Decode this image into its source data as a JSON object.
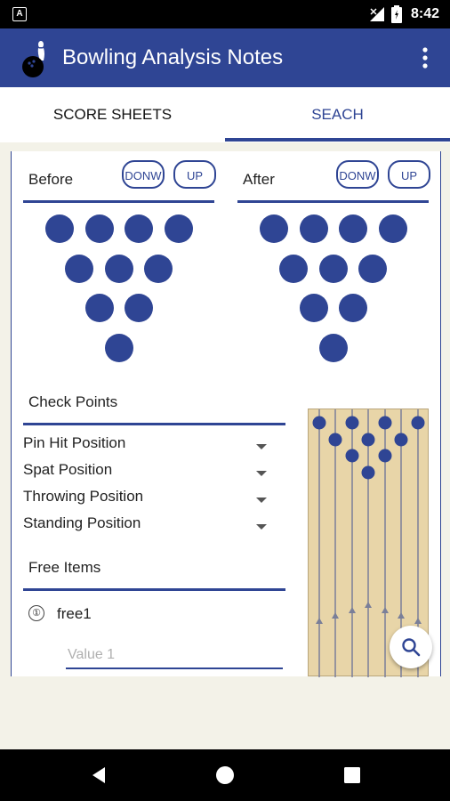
{
  "status_bar": {
    "time": "8:42",
    "icons": [
      "a-icon",
      "signal-icon",
      "battery-icon"
    ]
  },
  "app_bar": {
    "title": "Bowling Analysis Notes",
    "logo": "bowling-logo-icon",
    "menu": "more-vert-icon"
  },
  "tabs": [
    {
      "label": "SCORE SHEETS",
      "active": false
    },
    {
      "label": "SEACH",
      "active": true
    }
  ],
  "before": {
    "label": "Before",
    "down_label": "DONW",
    "up_label": "UP",
    "pins_standing": 10
  },
  "after": {
    "label": "After",
    "down_label": "DONW",
    "up_label": "UP",
    "pins_standing": 10
  },
  "check_points": {
    "title": "Check Points",
    "items": [
      {
        "label": "Pin Hit Position"
      },
      {
        "label": "Spat Position"
      },
      {
        "label": "Throwing Position"
      },
      {
        "label": "Standing Position"
      }
    ]
  },
  "free_items": {
    "title": "Free Items",
    "entries": [
      {
        "number": "①",
        "label": "free1",
        "placeholder": "Value 1",
        "value": ""
      }
    ]
  },
  "fab": {
    "icon": "search-icon"
  },
  "nav_bar": {
    "icons": [
      "back-icon",
      "home-icon",
      "recents-icon"
    ]
  },
  "colors": {
    "primary": "#2f4594",
    "lane": "#e8d5a8",
    "background": "#f3f2e8"
  }
}
